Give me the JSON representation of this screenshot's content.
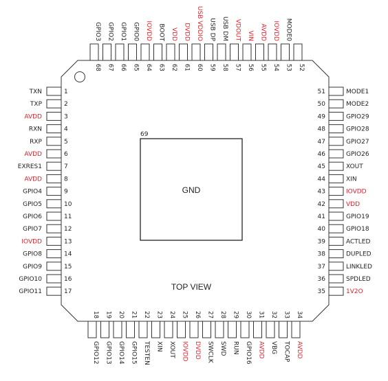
{
  "colors": {
    "line": "#333333",
    "text": "#222222",
    "highlight": "#e0202a"
  },
  "chip": {
    "center_label": "GND",
    "view_label": "TOP VIEW",
    "pad_number": "69"
  },
  "pins": {
    "left": [
      {
        "num": "1",
        "name": "TXN"
      },
      {
        "num": "2",
        "name": "TXP"
      },
      {
        "num": "3",
        "name": "AVDD",
        "hl": true
      },
      {
        "num": "4",
        "name": "RXN"
      },
      {
        "num": "5",
        "name": "RXP"
      },
      {
        "num": "6",
        "name": "AVDD",
        "hl": true
      },
      {
        "num": "7",
        "name": "EXRES1"
      },
      {
        "num": "8",
        "name": "AVDD",
        "hl": true
      },
      {
        "num": "9",
        "name": "GPIO4"
      },
      {
        "num": "10",
        "name": "GPIO5"
      },
      {
        "num": "11",
        "name": "GPIO6"
      },
      {
        "num": "12",
        "name": "GPIO7"
      },
      {
        "num": "13",
        "name": "IOVDD",
        "hl": true
      },
      {
        "num": "14",
        "name": "GPIO8"
      },
      {
        "num": "15",
        "name": "GPIO9"
      },
      {
        "num": "16",
        "name": "GPIO10"
      },
      {
        "num": "17",
        "name": "GPIO11"
      }
    ],
    "bottom": [
      {
        "num": "18",
        "name": "GPIO12"
      },
      {
        "num": "19",
        "name": "GPIO13"
      },
      {
        "num": "20",
        "name": "GPIO14"
      },
      {
        "num": "21",
        "name": "GPIO15"
      },
      {
        "num": "22",
        "name": "TESTEN"
      },
      {
        "num": "23",
        "name": "XIN"
      },
      {
        "num": "24",
        "name": "XOUT"
      },
      {
        "num": "25",
        "name": "IOVDD",
        "hl": true
      },
      {
        "num": "26",
        "name": "DVDD",
        "hl": true
      },
      {
        "num": "27",
        "name": "SWCLK"
      },
      {
        "num": "28",
        "name": "SWD"
      },
      {
        "num": "29",
        "name": "RUN"
      },
      {
        "num": "30",
        "name": "GPIO16"
      },
      {
        "num": "31",
        "name": "AVDD",
        "hl": true
      },
      {
        "num": "32",
        "name": "VBG"
      },
      {
        "num": "33",
        "name": "TOCAP"
      },
      {
        "num": "34",
        "name": "AVDD",
        "hl": true
      }
    ],
    "right": [
      {
        "num": "51",
        "name": "MODE1"
      },
      {
        "num": "50",
        "name": "MODE2"
      },
      {
        "num": "49",
        "name": "GPIO29"
      },
      {
        "num": "48",
        "name": "GPIO28"
      },
      {
        "num": "47",
        "name": "GPIO27"
      },
      {
        "num": "46",
        "name": "GPIO26"
      },
      {
        "num": "45",
        "name": "XOUT"
      },
      {
        "num": "44",
        "name": "XIN"
      },
      {
        "num": "43",
        "name": "IOVDD",
        "hl": true
      },
      {
        "num": "42",
        "name": "VDD",
        "hl": true
      },
      {
        "num": "41",
        "name": "GPIO19"
      },
      {
        "num": "40",
        "name": "GPIO18"
      },
      {
        "num": "39",
        "name": "ACTLED"
      },
      {
        "num": "38",
        "name": "DUPLED"
      },
      {
        "num": "37",
        "name": "LINKLED"
      },
      {
        "num": "36",
        "name": "SPDLED"
      },
      {
        "num": "35",
        "name": "1V2O",
        "hl": true
      }
    ],
    "top": [
      {
        "num": "68",
        "name": "GPIO3"
      },
      {
        "num": "67",
        "name": "GPIO2"
      },
      {
        "num": "66",
        "name": "GPIO1"
      },
      {
        "num": "65",
        "name": "GPIO0"
      },
      {
        "num": "64",
        "name": "IOVDD",
        "hl": true
      },
      {
        "num": "63",
        "name": "BOOT"
      },
      {
        "num": "62",
        "name": "VDD",
        "hl": true
      },
      {
        "num": "61",
        "name": "DVDD",
        "hl": true
      },
      {
        "num": "60",
        "name": "USB VDDIO",
        "hl": true
      },
      {
        "num": "59",
        "name": "USB DP"
      },
      {
        "num": "58",
        "name": "USB DM"
      },
      {
        "num": "57",
        "name": "VDOUT",
        "hl": true
      },
      {
        "num": "56",
        "name": "VIN",
        "hl": true
      },
      {
        "num": "55",
        "name": "AVDD",
        "hl": true
      },
      {
        "num": "54",
        "name": "IOVDD",
        "hl": true
      },
      {
        "num": "53",
        "name": "MODE0"
      },
      {
        "num": "52",
        "name": ""
      }
    ]
  }
}
